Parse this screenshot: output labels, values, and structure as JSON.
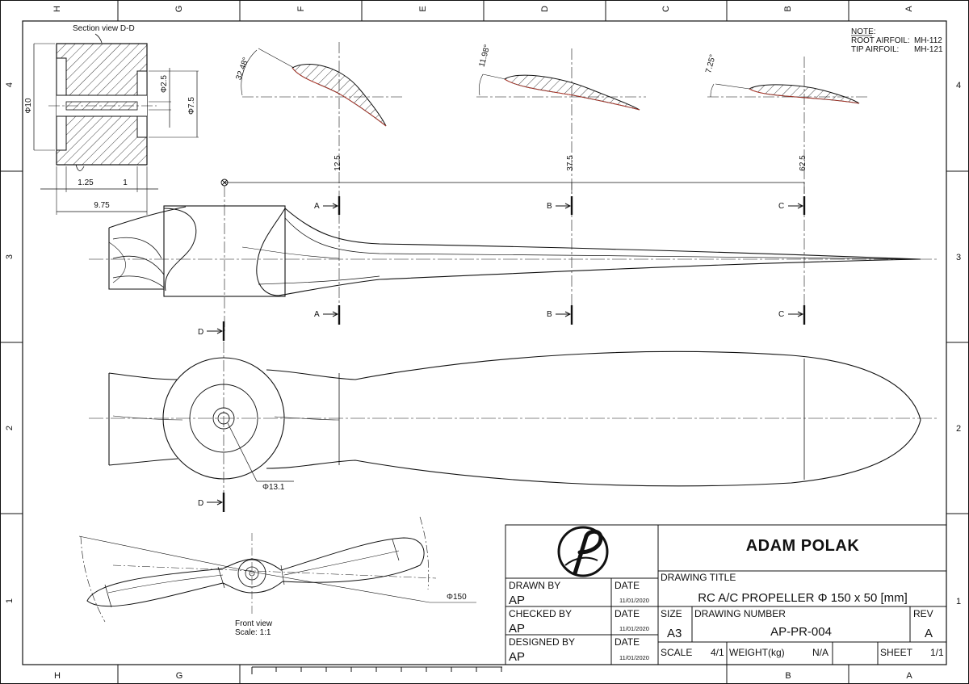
{
  "zones": {
    "columns_top": [
      "H",
      "G",
      "F",
      "E",
      "D",
      "C",
      "B",
      "A"
    ],
    "columns_bottom": [
      "H",
      "G",
      "B",
      "A"
    ],
    "rows": [
      "4",
      "3",
      "2",
      "1"
    ]
  },
  "note": {
    "title": "NOTE:",
    "root_label": "ROOT AIRFOIL:",
    "root_value": "MH-112",
    "tip_label": "TIP AIRFOIL:",
    "tip_value": "MH-121"
  },
  "section_view": {
    "title": "Section view D-D",
    "dia_outer": "Φ10",
    "dia_hole": "Φ2.5",
    "dia_mid": "Φ7.5",
    "dim_125": "1.25",
    "dim_1": "1",
    "dim_975": "9.75"
  },
  "airfoils": [
    {
      "angle": "32.48°"
    },
    {
      "angle": "11.98°"
    },
    {
      "angle": "7.25°"
    }
  ],
  "stations": [
    "12.5",
    "37.5",
    "62.5"
  ],
  "section_marks": {
    "a": "A",
    "b": "B",
    "c": "C",
    "d": "D"
  },
  "hub_dia": "Φ13.1",
  "front_view": {
    "label": "Front view",
    "scale": "Scale:  1:1",
    "dia": "Φ150"
  },
  "title_block": {
    "company": "ADAM POLAK",
    "drawn_by_label": "DRAWN BY",
    "drawn_by": "AP",
    "checked_by_label": "CHECKED BY",
    "checked_by": "AP",
    "designed_by_label": "DESIGNED BY",
    "designed_by": "AP",
    "date_label": "DATE",
    "date1": "11/01/2020",
    "date2": "11/01/2020",
    "date3": "11/01/2020",
    "drawing_title_label": "DRAWING TITLE",
    "drawing_title": "RC A/C PROPELLER Φ 150 x 50 [mm]",
    "size_label": "SIZE",
    "size": "A3",
    "drawing_number_label": "DRAWING NUMBER",
    "drawing_number": "AP-PR-004",
    "rev_label": "REV",
    "rev": "A",
    "scale_label": "SCALE",
    "scale": "4/1",
    "weight_label": "WEIGHT(kg)",
    "weight": "N/A",
    "sheet_label": "SHEET",
    "sheet": "1/1"
  }
}
